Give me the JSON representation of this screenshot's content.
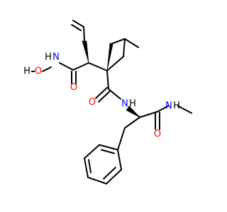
{
  "atom_colors": {
    "O": "#ff0000",
    "N": "#0000ff",
    "H": "#000000"
  },
  "labels": {
    "hydroxyl_o": "O",
    "hydroxyl_h": "H",
    "hydroxamate_nh_n": "N",
    "hydroxamate_nh_h": "H",
    "hydroxamate_carbonyl_o": "O",
    "amide_carbonyl_o": "O",
    "amide_nh_n": "N",
    "amide_nh_h": "H",
    "methylamide_nh_n": "N",
    "methylamide_nh_h": "H",
    "methylamide_carbonyl_o": "O"
  }
}
